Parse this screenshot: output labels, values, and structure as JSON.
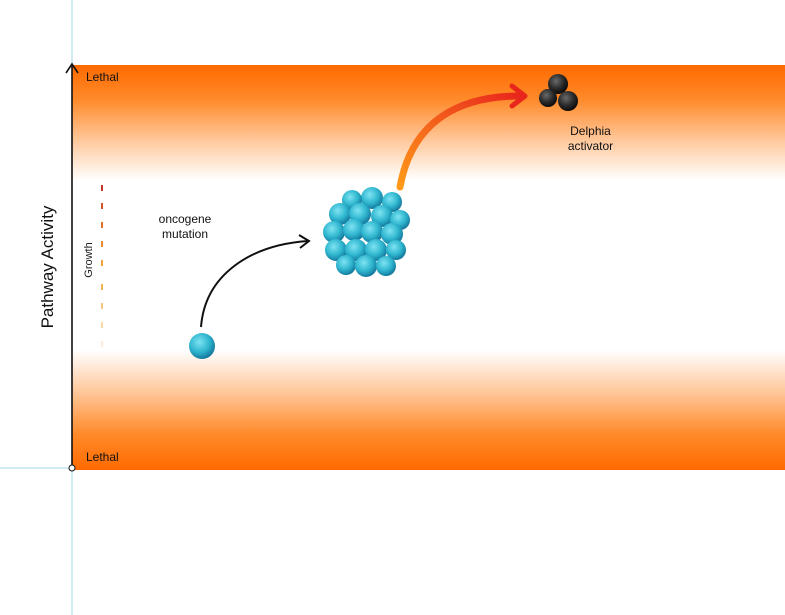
{
  "labels": {
    "lethal_top": "Lethal",
    "lethal_bottom": "Lethal",
    "y_axis": "Pathway Activity",
    "growth": "Growth",
    "mutation_line1": "oncogene",
    "mutation_line2": "mutation",
    "activator_line1": "Delphia",
    "activator_line2": "activator"
  },
  "colors": {
    "lethal_band": "#ff6a00",
    "cell": "#2fb6cf",
    "activator": "#1b1b1b",
    "arrow_start": "#ff9a1a",
    "arrow_end": "#e8261c"
  }
}
